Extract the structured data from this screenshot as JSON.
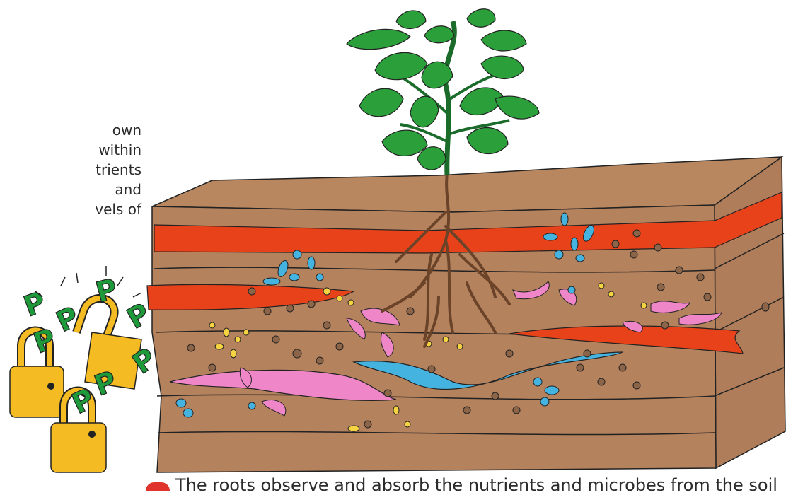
{
  "side_text": {
    "line1": "own",
    "line2": "within",
    "line3": "trients",
    "line4": "and",
    "line5": "vels of"
  },
  "caption": {
    "text": "The roots observe and absorb the nutrients and microbes from the soil"
  },
  "icons": {
    "lock_letter": "P",
    "lock_color": "#f5bb22",
    "p_color": "#1f9a3b"
  },
  "colors": {
    "soil": "#b5825e",
    "red_band": "#e8421a",
    "blue_stream": "#45b3e0",
    "pink_stream": "#ef86c8",
    "leaf": "#2a9f3a"
  }
}
